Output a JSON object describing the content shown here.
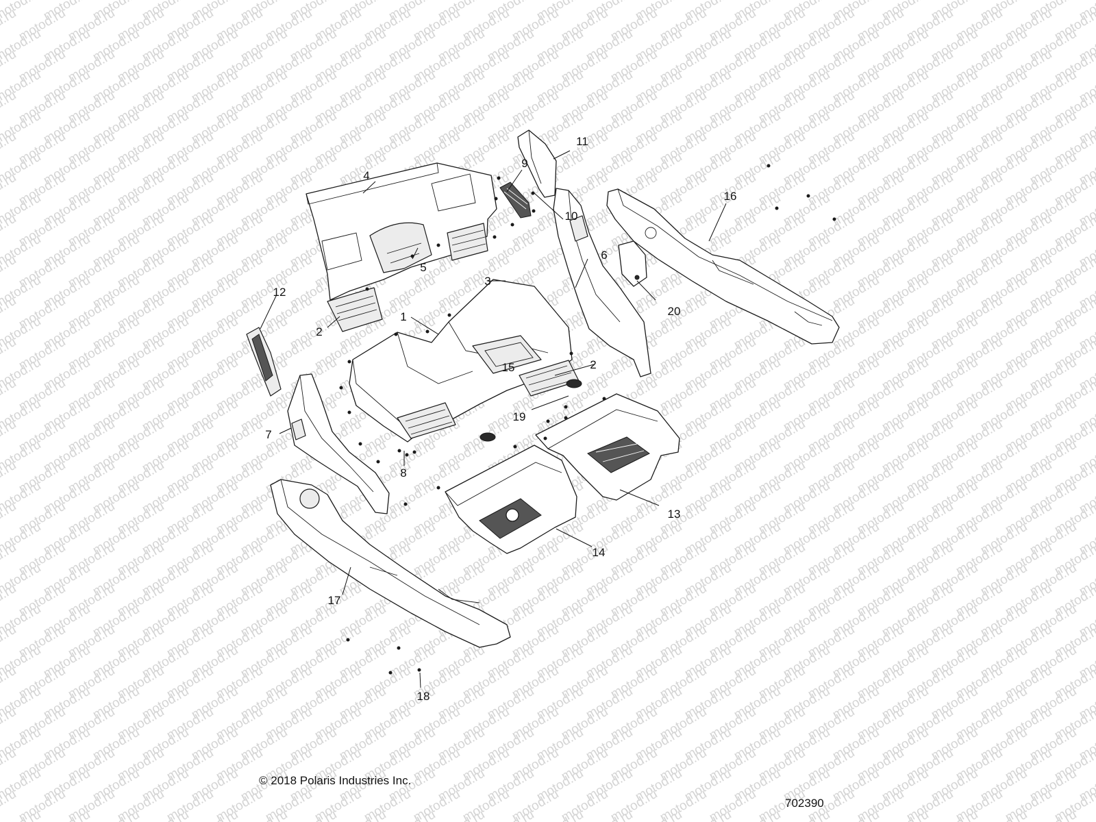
{
  "watermark": "motod.ru",
  "callouts": [
    {
      "id": "1",
      "label": "1"
    },
    {
      "id": "2a",
      "label": "2"
    },
    {
      "id": "2b",
      "label": "2"
    },
    {
      "id": "3",
      "label": "3"
    },
    {
      "id": "4",
      "label": "4"
    },
    {
      "id": "5",
      "label": "5"
    },
    {
      "id": "6",
      "label": "6"
    },
    {
      "id": "7",
      "label": "7"
    },
    {
      "id": "8",
      "label": "8"
    },
    {
      "id": "9",
      "label": "9"
    },
    {
      "id": "10",
      "label": "10"
    },
    {
      "id": "11",
      "label": "11"
    },
    {
      "id": "12",
      "label": "12"
    },
    {
      "id": "13",
      "label": "13"
    },
    {
      "id": "14",
      "label": "14"
    },
    {
      "id": "15",
      "label": "15"
    },
    {
      "id": "16",
      "label": "16"
    },
    {
      "id": "17",
      "label": "17"
    },
    {
      "id": "18",
      "label": "18"
    },
    {
      "id": "19",
      "label": "19"
    },
    {
      "id": "20",
      "label": "20"
    }
  ],
  "footer": {
    "copyright": "© 2018 Polaris Industries Inc.",
    "diagram_id": "702390"
  }
}
